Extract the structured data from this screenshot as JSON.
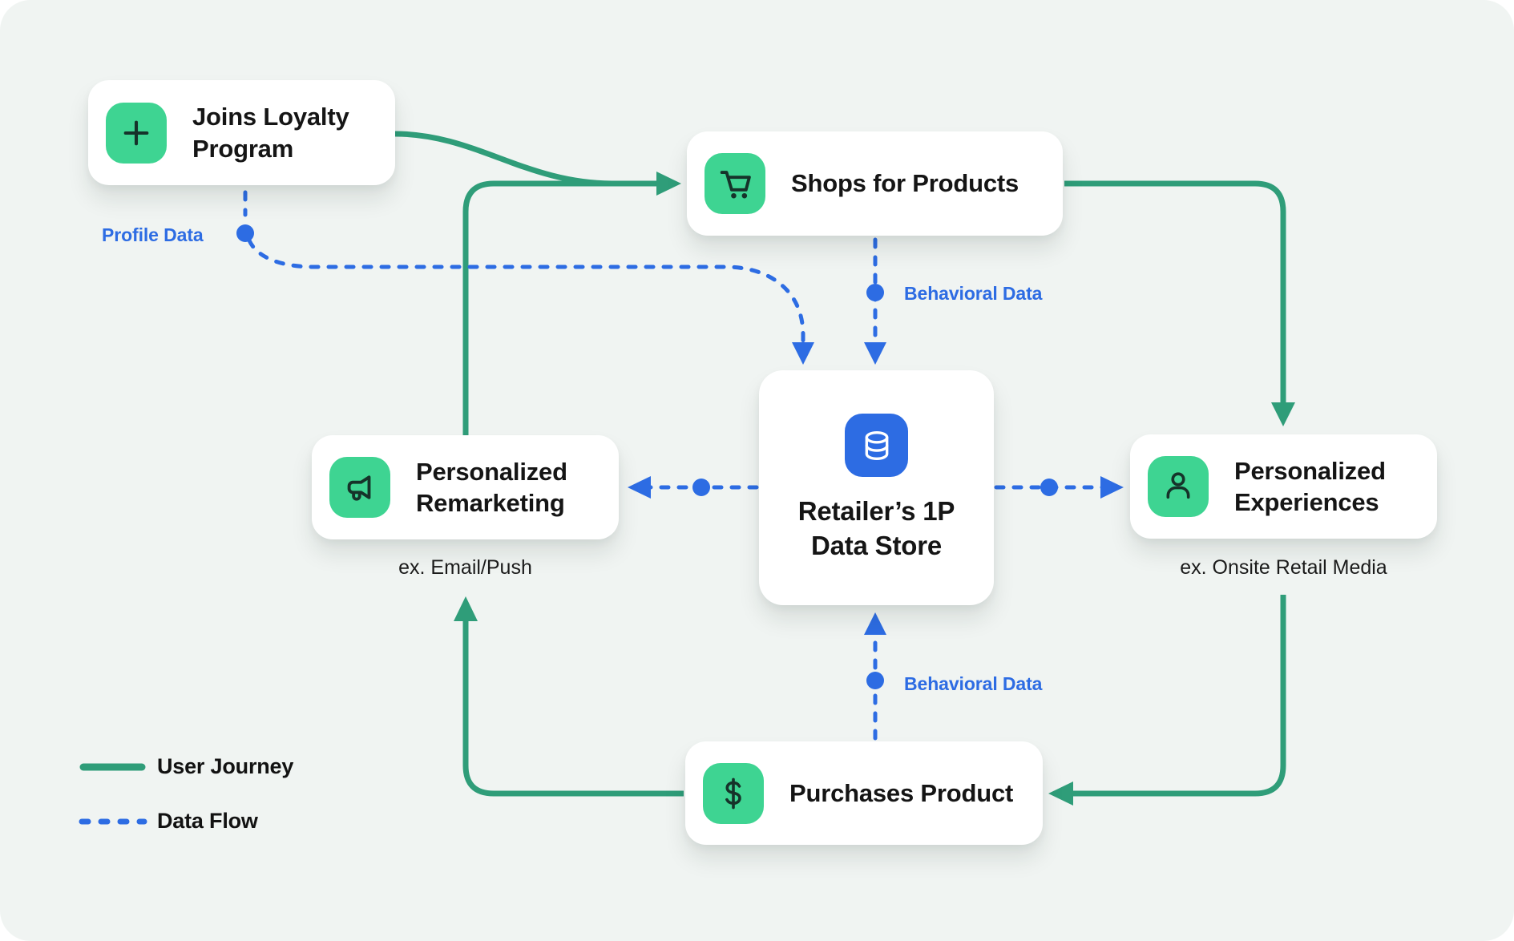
{
  "theme": {
    "canvas_bg": "#f0f4f2",
    "panel_bg": "#ffffff",
    "green": "#2f9d79",
    "blue": "#2d6ce3",
    "icon_green": "#3ed492",
    "icon_glyph_dark": "#16332a",
    "text_dark": "#151515"
  },
  "nodes": {
    "loyalty": {
      "label": "Joins Loyalty Program",
      "icon": "plus-icon"
    },
    "shops": {
      "label": "Shops for Products",
      "icon": "cart-icon"
    },
    "datastore": {
      "label_line1": "Retailer’s 1P",
      "label_line2": "Data Store",
      "icon": "database-icon"
    },
    "remarketing": {
      "label": "Personalized Remarketing",
      "sublabel": "ex. Email/Push",
      "icon": "megaphone-icon"
    },
    "experiences": {
      "label": "Personalized Experiences",
      "sublabel": "ex. Onsite Retail Media",
      "icon": "person-icon"
    },
    "purchases": {
      "label": "Purchases Product",
      "icon": "dollar-icon"
    }
  },
  "flow_labels": {
    "profile_data": "Profile Data",
    "behavioral_data_top": "Behavioral Data",
    "behavioral_data_bottom": "Behavioral Data"
  },
  "legend": {
    "user_journey": "User Journey",
    "data_flow": "Data Flow"
  },
  "edges": {
    "user_journey": [
      "Joins Loyalty Program → Shops for Products",
      "Personalized Remarketing → Shops for Products",
      "Shops for Products → Personalized Experiences",
      "Personalized Experiences → Purchases Product",
      "Purchases Product → Personalized Remarketing"
    ],
    "data_flow": [
      "Joins Loyalty Program → Retailer’s 1P Data Store (Profile Data)",
      "Shops for Products → Retailer’s 1P Data Store (Behavioral Data)",
      "Retailer’s 1P Data Store ↔ Personalized Remarketing",
      "Retailer’s 1P Data Store ↔ Personalized Experiences",
      "Purchases Product → Retailer’s 1P Data Store (Behavioral Data)"
    ]
  }
}
